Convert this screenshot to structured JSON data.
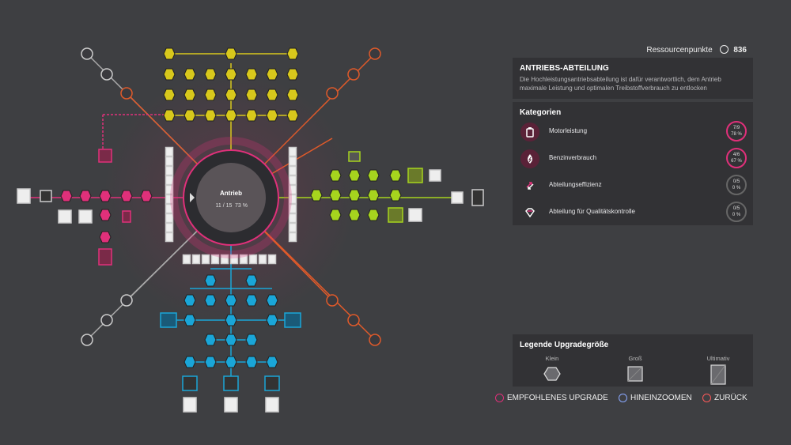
{
  "resources": {
    "label": "Ressourcenpunkte",
    "value": "836"
  },
  "center": {
    "title": "Antrieb",
    "progress": "11 / 15",
    "percent": "73 %"
  },
  "department": {
    "title": "ANTRIEBS-ABTEILUNG",
    "description_line1": "Die Hochleistungsantriebsabteilung ist dafür verantwortlich, dem Antrieb",
    "description_line2": "maximale Leistung und optimalen Treibstoffverbrauch zu entlocken"
  },
  "categories": {
    "title": "Kategorien",
    "items": [
      {
        "label": "Motorleistung",
        "count": "7/9",
        "percent": "78 %"
      },
      {
        "label": "Benzinverbrauch",
        "count": "4/6",
        "percent": "67 %"
      },
      {
        "label": "Abteilungseffizienz",
        "count": "0/5",
        "percent": "0 %"
      },
      {
        "label": "Abteilung für Qualitätskontrolle",
        "count": "0/5",
        "percent": "0 %"
      }
    ]
  },
  "legend": {
    "title": "Legende Upgradegröße",
    "small": "Klein",
    "large": "Groß",
    "ultimate": "Ultimativ"
  },
  "hints": {
    "recommended": "EMPFOHLENES UPGRADE",
    "zoom": "HINEINZOOMEN",
    "back": "ZURÜCK"
  },
  "colors": {
    "yellow": "#d8c81c",
    "green": "#a6d41e",
    "cyan": "#1aa6d8",
    "pink": "#e0307a",
    "orange": "#e05a2a",
    "white": "#e8e8e8"
  }
}
